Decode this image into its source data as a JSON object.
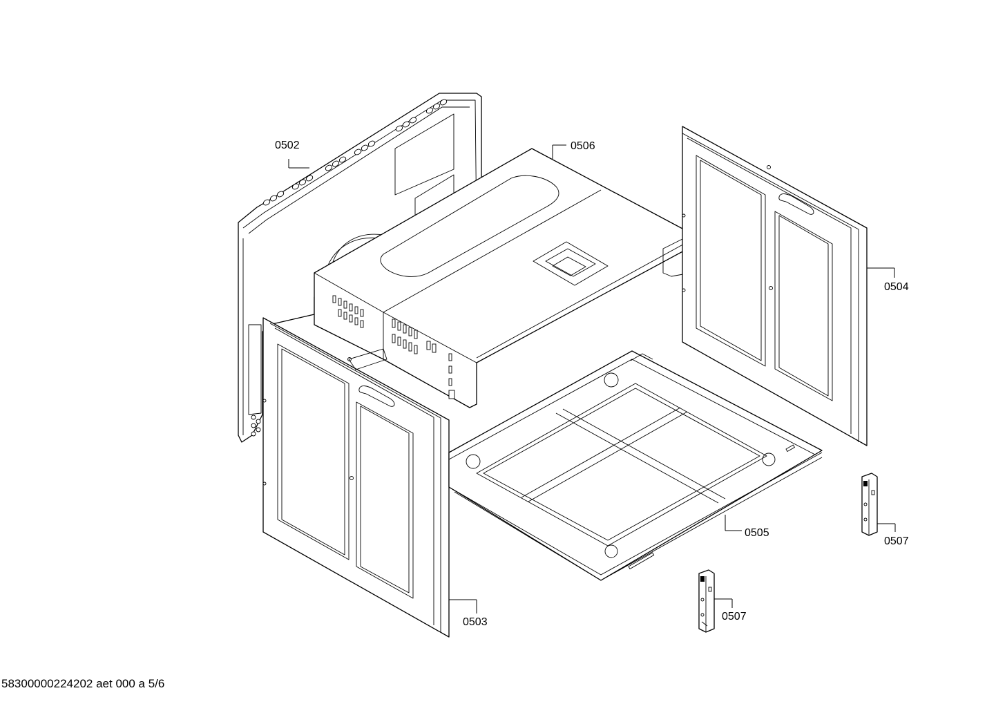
{
  "document_reference": "58300000224202 aet 000 a 5/6",
  "parts": [
    {
      "id": "rear-wall",
      "label": "0502"
    },
    {
      "id": "top-cover",
      "label": "0506"
    },
    {
      "id": "right-side-panel",
      "label": "0504"
    },
    {
      "id": "left-side-panel",
      "label": "0503"
    },
    {
      "id": "bottom-plate",
      "label": "0505"
    },
    {
      "id": "hinge-bracket-right",
      "label": "0507"
    },
    {
      "id": "hinge-bracket-left",
      "label": "0507"
    }
  ]
}
